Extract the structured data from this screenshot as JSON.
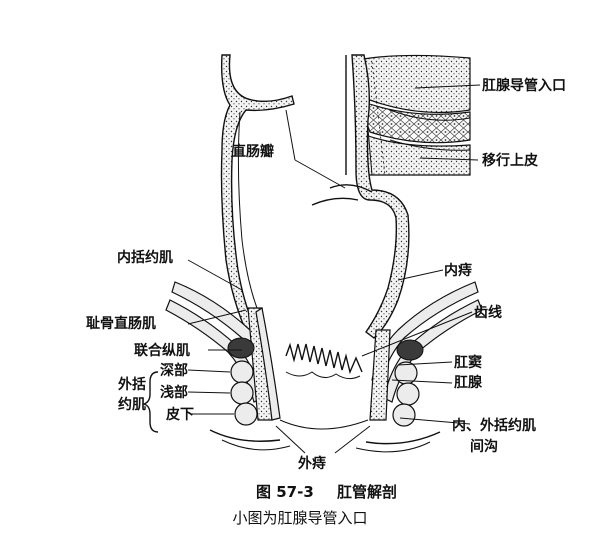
{
  "figure": {
    "number": "图 57-3",
    "title": "肛管解剖",
    "subtitle": "小图为肛腺导管入口"
  },
  "labels": {
    "gland_duct_entry": "肛腺导管入口",
    "rectal_valve": "直肠瓣",
    "transitional_epithelium": "移行上皮",
    "internal_sphincter": "内括约肌",
    "internal_hemorrhoid": "内痔",
    "dentate_line": "齿线",
    "puborectalis": "耻骨直肠肌",
    "conjoint_longitudinal": "联合纵肌",
    "anal_sinus": "肛窦",
    "anal_gland": "肛腺",
    "external_sphincter": "外括约肌",
    "deep": "深部",
    "superficial": "浅部",
    "subcutaneous": "皮下",
    "intersphincteric_groove": "内、外括约肌间沟",
    "external_hemorrhoid": "外痔"
  }
}
